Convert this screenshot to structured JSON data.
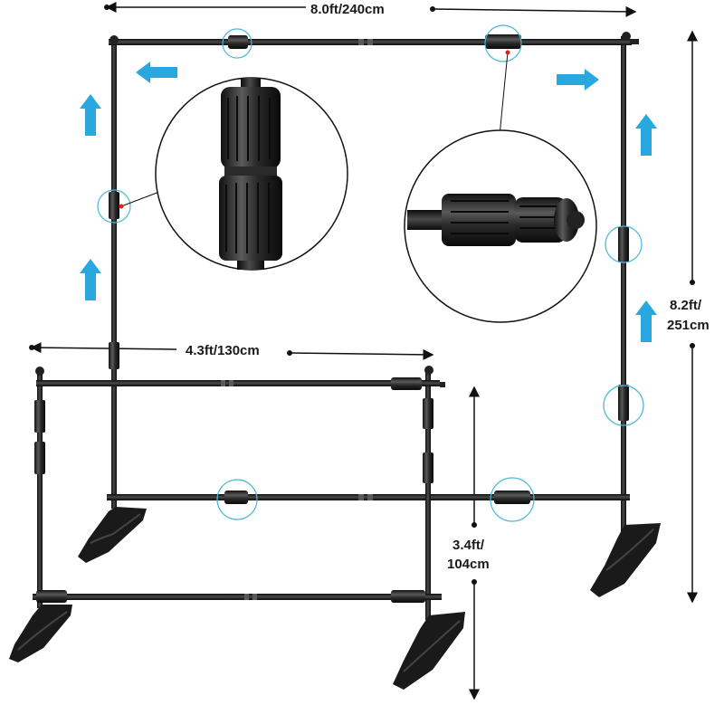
{
  "dimensions": {
    "large_width": "8.0ft/240cm",
    "large_height_line1": "8.2ft/",
    "large_height_line2": "251cm",
    "small_width": "4.3ft/130cm",
    "small_height_line1": "3.4ft/",
    "small_height_line2": "104cm"
  },
  "colors": {
    "frame": "#1c1c1c",
    "arrow": "#29a8e0",
    "highlight_ring": "#4ab8d8",
    "callout_pointer": "#e0201a",
    "dimension_line": "#111111"
  },
  "icons": {
    "direction_arrow": "arrow-icon",
    "joint_highlight": "joint-ring-icon"
  }
}
